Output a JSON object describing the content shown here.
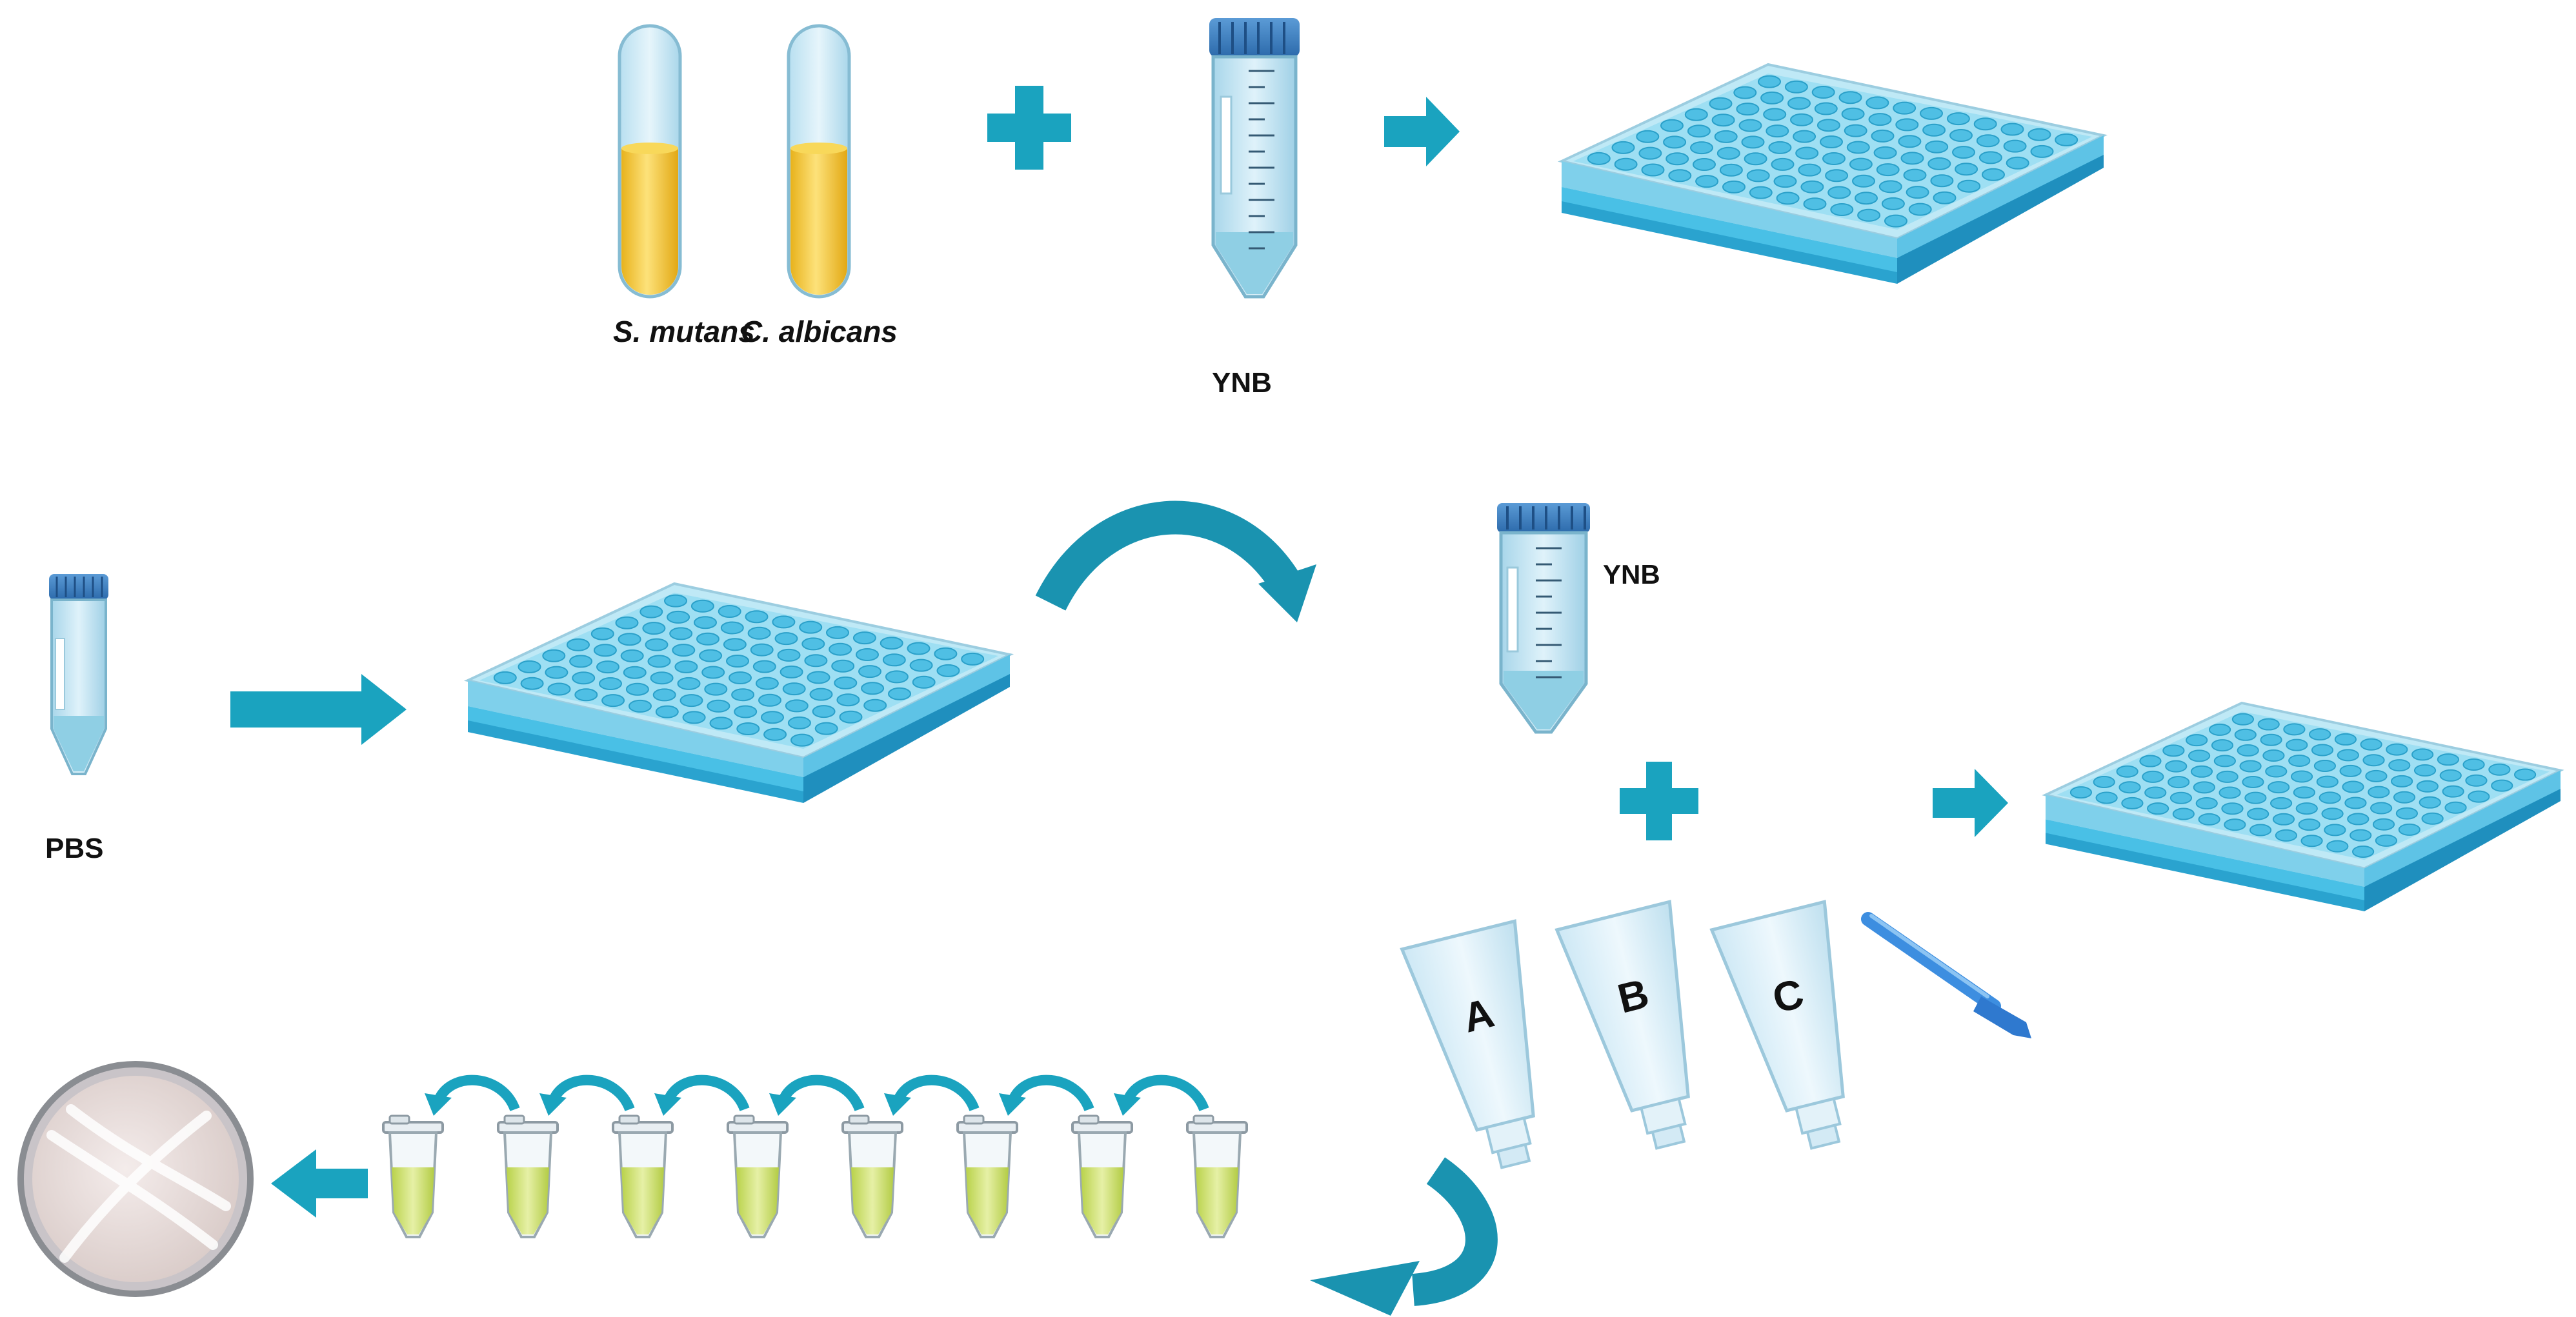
{
  "labels": {
    "s_mutans": "S. mutans",
    "c_albicans": "C. albicans",
    "ynb_top": "YNB",
    "ynb_mid": "YNB",
    "pbs": "PBS"
  },
  "gels": {
    "a": "A",
    "b": "B",
    "c": "C"
  },
  "icons": {
    "culture_tube": "culture-tube-icon",
    "falcon_tube": "centrifuge-tube-icon",
    "well_plate": "96-well-plate-icon",
    "gel_tube": "gel-tube-icon",
    "brush": "microbrush-icon",
    "eppendorf": "microcentrifuge-tube-icon",
    "petri_dish": "petri-dish-icon",
    "arrow": "arrow-right-icon",
    "curved_arrow": "curved-arrow-icon",
    "plus": "plus-icon"
  },
  "colors": {
    "accent": "#1aa3bf",
    "tube_liquid": "#f5cb2e",
    "tube_glass": "#cfeaf6",
    "cap": "#3a7fc1",
    "plate_top": "#8fd8ee",
    "plate_side": "#37b6df",
    "well": "#5cc6e8",
    "eppendorf_liquid": "#cfe07a",
    "petri": "#e9dedb"
  },
  "dilution_tubes_count": 8
}
